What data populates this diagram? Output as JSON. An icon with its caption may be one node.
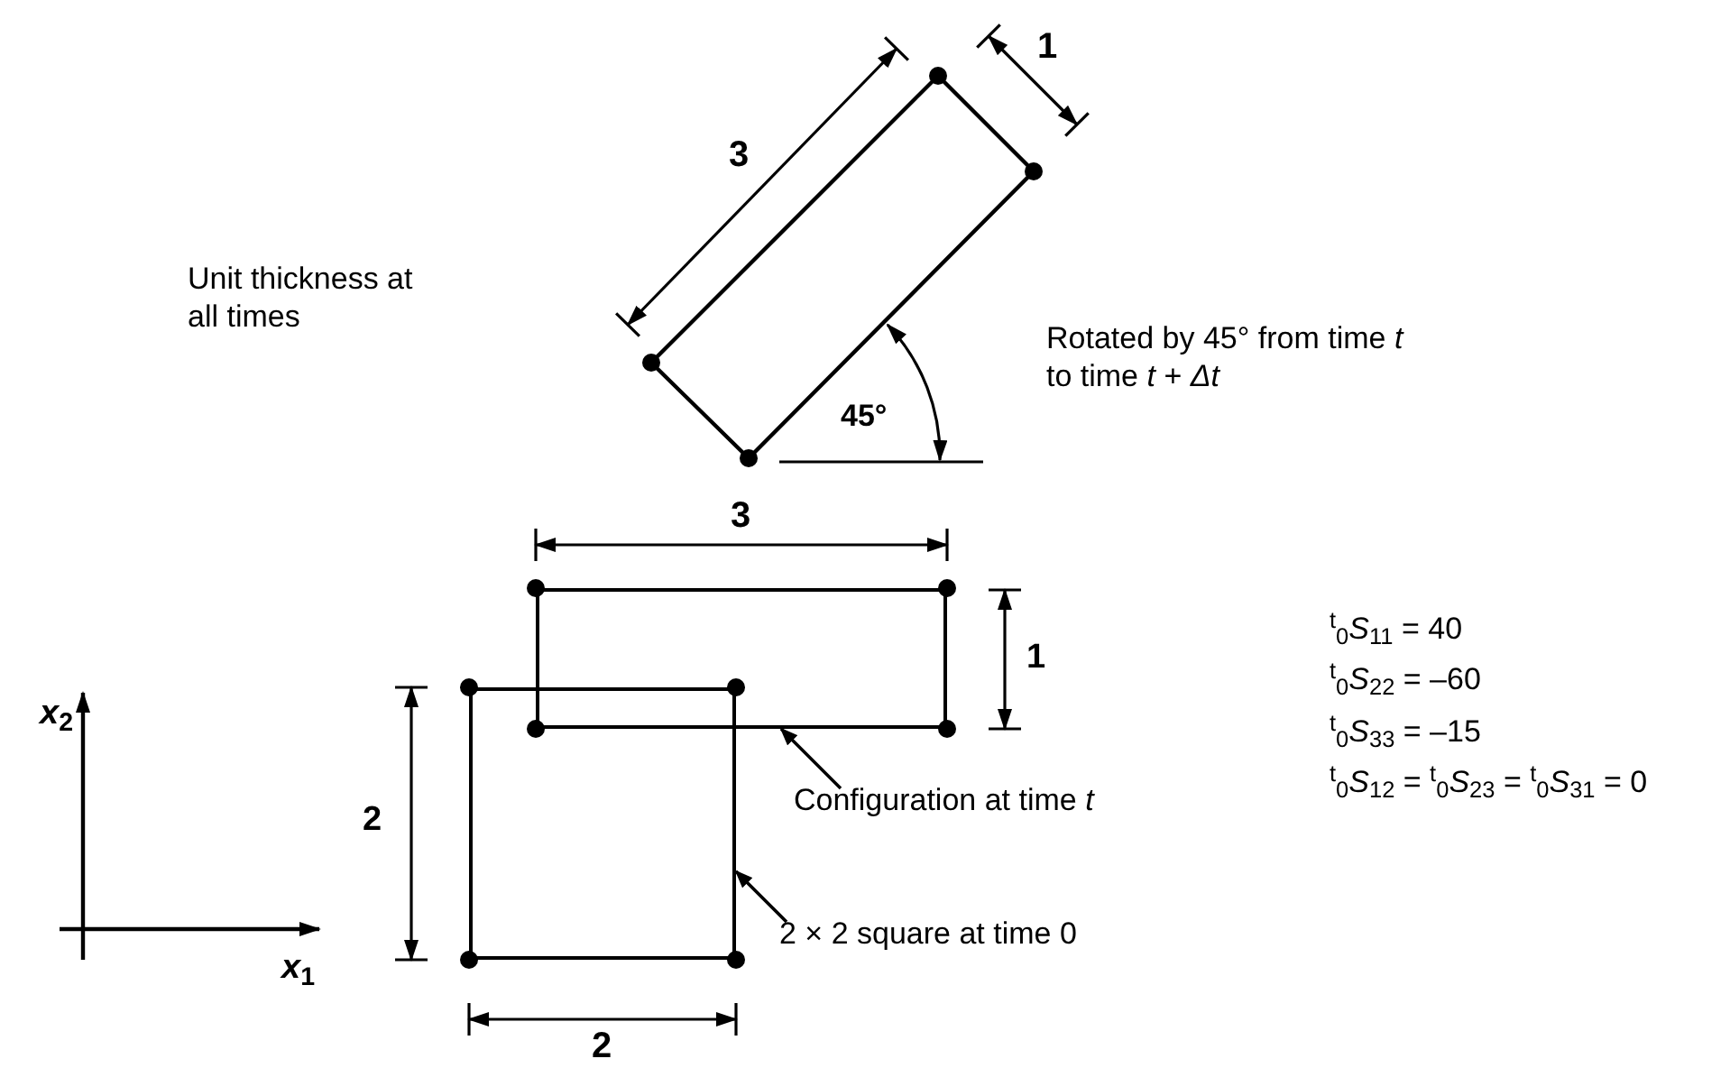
{
  "diagram": {
    "nodes": [
      {
        "text": [
          "Configuration at time *t*"
        ]
      },
      {
        "text": [],
        "shape": "box"
      },
      {
        "text": [
          "2 × 2 square at time 0"
        ]
      },
      {
        "text": [],
        "shape": "box"
      }
    ],
    "edges": [
      {
        "from": 0,
        "to": 1,
        "arrow": "to"
      },
      {
        "from": 2,
        "to": 3,
        "arrow": "to"
      }
    ],
    "labels": [
      "1",
      "3",
      "Unit thickness at all times",
      "Rotated by 45° from time *t* to time *t* + *Δt*",
      "45°",
      "3",
      "1",
      "*x*$_{2}$",
      "2",
      "$^{t}$$_{0}$*S*$_{11}$ = 40",
      "$^{t}$$_{0}$*S*$_{22}$ = –60",
      "$^{t}$$_{0}$*S*$_{33}$ = –15",
      "$^{t}$$_{0}$*S*$_{12}$ = $^{t}$$_{0}$*S*$_{23}$ = $^{t}$$_{0}$*S*$_{31}$ = 0",
      "*x*$_{1}$",
      "2"
    ]
  }
}
